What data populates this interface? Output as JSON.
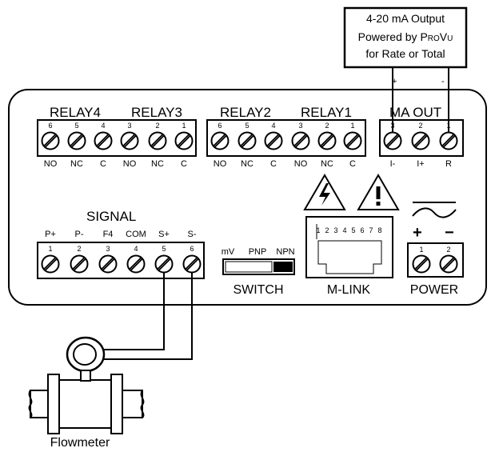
{
  "output_note": {
    "line1": "4-20 mA Output",
    "line2_prefix": "Powered by ",
    "line2_brand_initial": "P",
    "line2_brand_mid": "RO",
    "line2_brand_v": "V",
    "line2_brand_end": "U",
    "line3": "for Rate or Total",
    "wire_plus": "+",
    "wire_minus": "-"
  },
  "relay_groups": [
    {
      "label": "RELAY4"
    },
    {
      "label": "RELAY3"
    },
    {
      "label": "RELAY2"
    },
    {
      "label": "RELAY1"
    }
  ],
  "relay_block_left": {
    "numbers": [
      "6",
      "5",
      "4",
      "3",
      "2",
      "1"
    ],
    "functions": [
      "NO",
      "NC",
      "C",
      "NO",
      "NC",
      "C"
    ]
  },
  "relay_block_right": {
    "numbers": [
      "6",
      "5",
      "4",
      "3",
      "2",
      "1"
    ],
    "functions": [
      "NO",
      "NC",
      "C",
      "NO",
      "NC",
      "C"
    ]
  },
  "ma_out": {
    "label": "MA OUT",
    "numbers": [
      "3",
      "2",
      "1"
    ],
    "functions": [
      "I-",
      "I+",
      "R"
    ]
  },
  "signal": {
    "label": "SIGNAL",
    "pins": [
      "P+",
      "P-",
      "F4",
      "COM",
      "S+",
      "S-"
    ],
    "numbers": [
      "1",
      "2",
      "3",
      "4",
      "5",
      "6"
    ]
  },
  "switch": {
    "options": [
      "mV",
      "PNP",
      "NPN"
    ],
    "selected": "NPN",
    "label": "SWITCH"
  },
  "mlink": {
    "pins": [
      "1",
      "2",
      "3",
      "4",
      "5",
      "6",
      "7",
      "8"
    ],
    "label": "M-LINK"
  },
  "power": {
    "plus": "+",
    "minus": "−",
    "numbers": [
      "1",
      "2"
    ],
    "label": "POWER"
  },
  "flowmeter": {
    "label": "Flowmeter"
  }
}
